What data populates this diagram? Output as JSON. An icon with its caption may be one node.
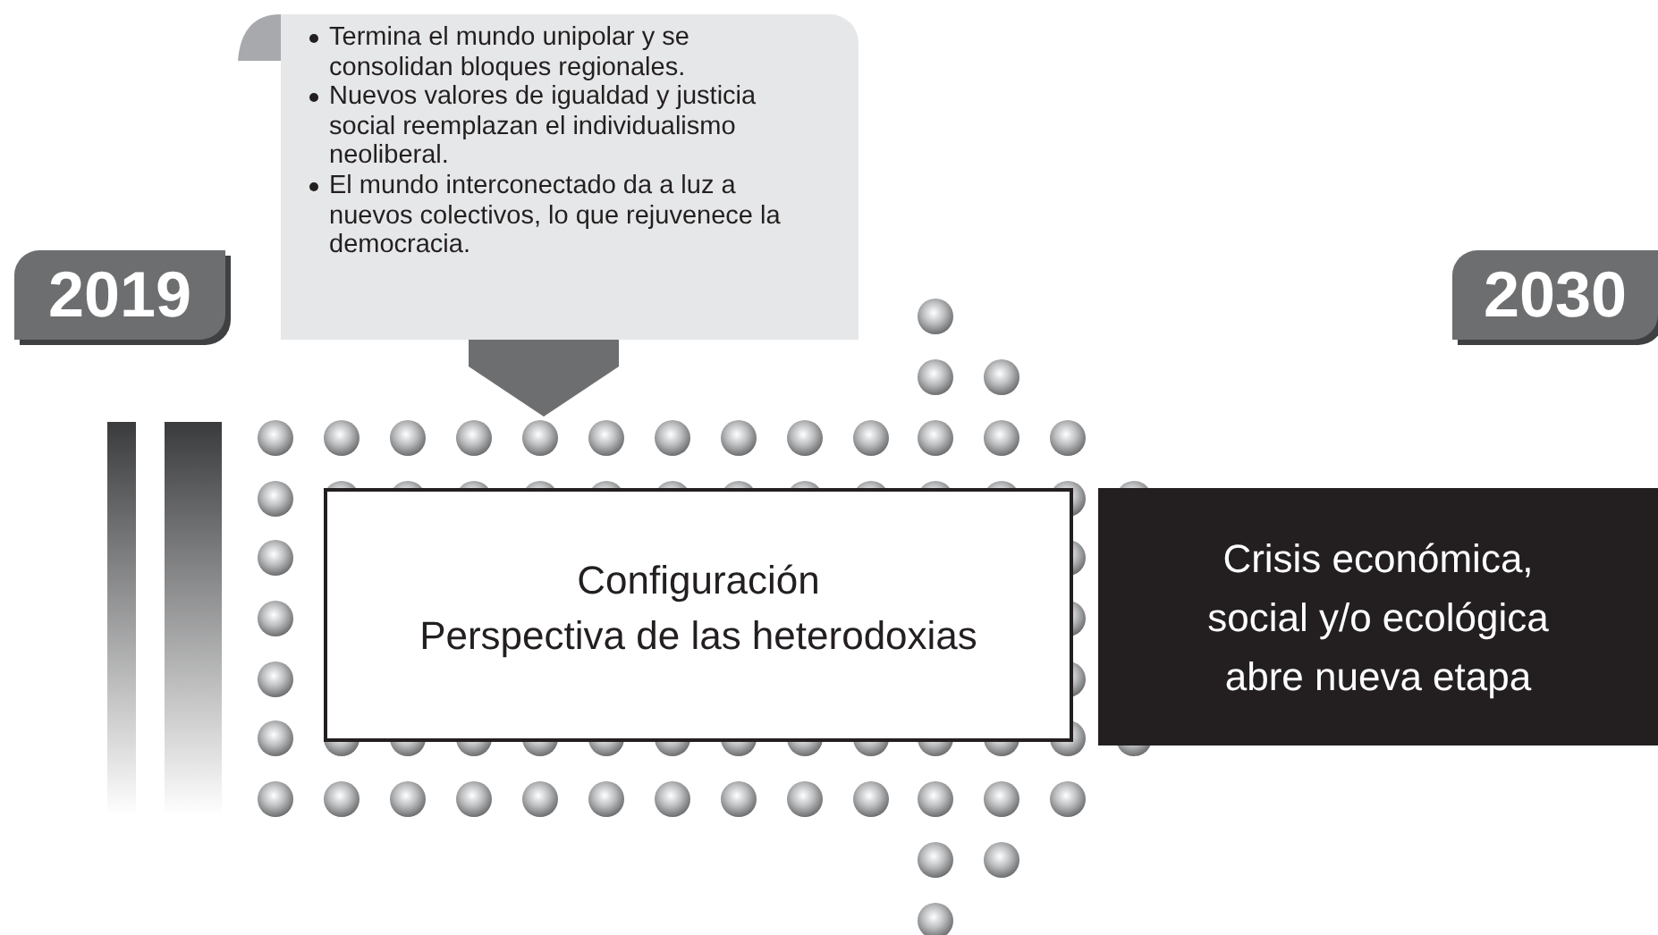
{
  "diagram": {
    "nodes": [
      {
        "text": [
          "2019"
        ]
      },
      {
        "text": [
          "Termina el mundo unipolar y se consolidan bloques regionales.",
          "Nuevos valores de igualdad y justicia social reemplazan el individualismo neoliberal.",
          "El mundo interconectado da a luz a nuevos colectivos, lo que rejuvenece la democracia."
        ]
      },
      {
        "text": [],
        "shape": "arrow"
      },
      {
        "text": [
          "Configuración",
          "Perspectiva de las heterodoxias"
        ],
        "in": 2
      },
      {
        "text": [
          "Crisis económica, social y/o ecológica abre nueva etapa"
        ]
      },
      {
        "text": [
          "2030"
        ]
      }
    ],
    "edges": [
      {
        "from": 1,
        "to": 2,
        "arrow": "to"
      }
    ]
  }
}
